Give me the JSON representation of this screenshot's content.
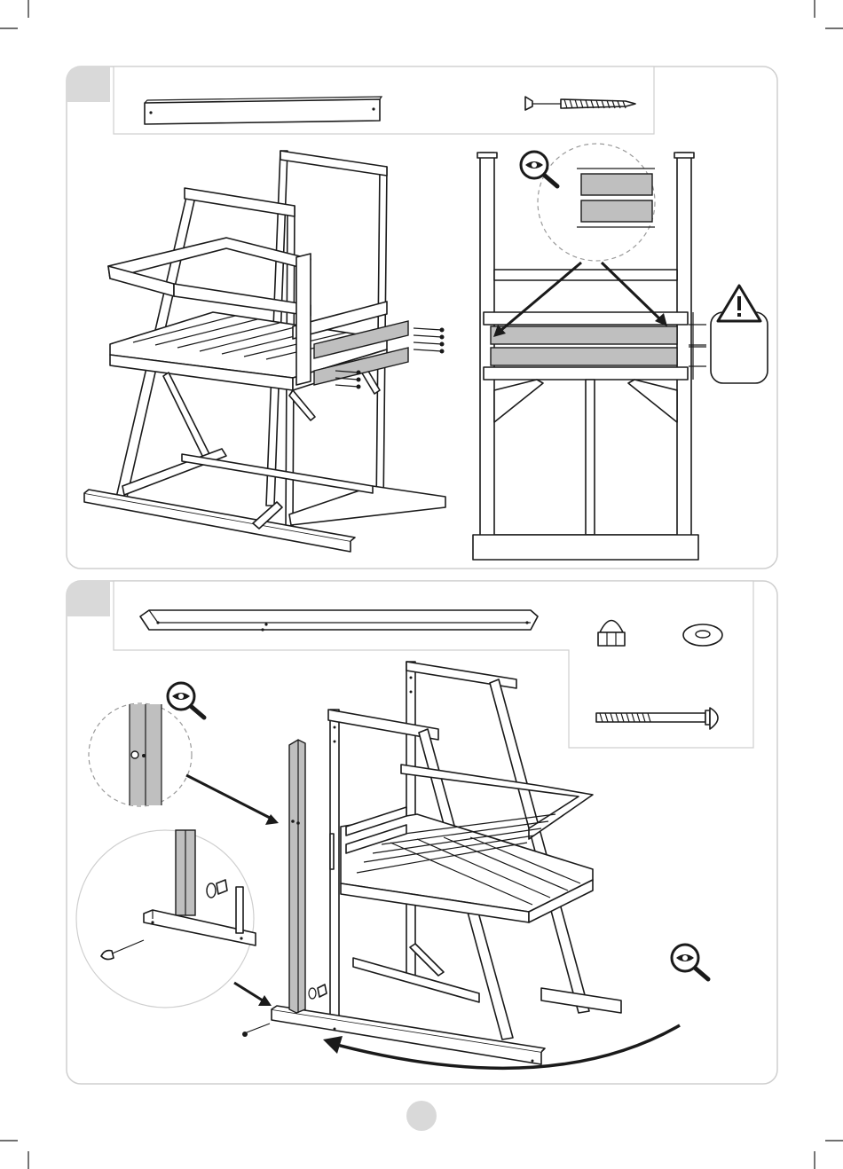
{
  "page": {
    "type": "assembly-instructions",
    "step_count": 2,
    "page_number": ""
  },
  "colors": {
    "panel_border": "#cfcfcf",
    "step_badge": "#d9d9d9",
    "highlight_part": "#bfbfbf",
    "line": "#1a1a1a"
  },
  "step1": {
    "number": "",
    "parts": [
      "plank",
      "countersunk-wood-screw"
    ],
    "magnifier_icon": "eye-magnifier-icon",
    "warning_icon": "warning-triangle-icon"
  },
  "step2": {
    "number": "",
    "parts": [
      "square-post",
      "cap-nut",
      "washer",
      "carriage-bolt"
    ],
    "magnifier_icons": [
      "eye-magnifier-icon",
      "eye-magnifier-icon"
    ],
    "rotation_arrow": "curved-rotate-arrow"
  }
}
